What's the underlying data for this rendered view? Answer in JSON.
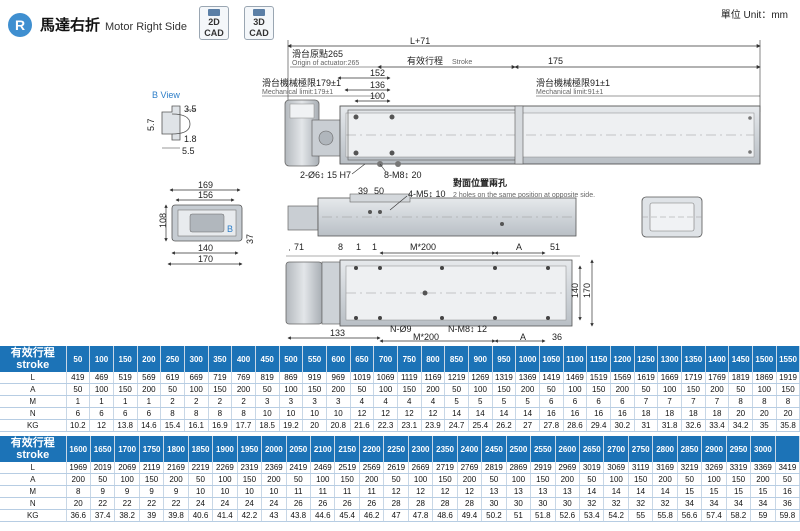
{
  "header": {
    "badge": "R",
    "title": "馬達右折",
    "title_en": "Motor Right Side",
    "cad2d": "2D\nCAD",
    "cad3d": "3D\nCAD",
    "cad2d_l1": "2D",
    "cad2d_l2": "CAD",
    "cad3d_l1": "3D",
    "cad3d_l2": "CAD",
    "unit": "單位 Unit：mm"
  },
  "drawing": {
    "bview": "B View",
    "l71": "L+71",
    "origin_cn": "滑台原點265",
    "origin_en": "Origin of actuator:265",
    "stroke_cn": "有效行程",
    "stroke_en": "Stroke",
    "d175": "175",
    "mech_left_cn": "滑台機械極限179±1",
    "mech_left_en": "Mechanical limit:179±1",
    "mech_right_cn": "滑台機械極限91±1",
    "mech_right_en": "Mechanical limit:91±1",
    "d152": "152",
    "d136": "136",
    "d100": "100",
    "b35": "3.5",
    "b57": "5.7",
    "b18": "1.8",
    "b55": "5.5",
    "hole_left": "2-Ø6↕ 15 H7",
    "hole_right": "8-M8↕ 20",
    "d169": "169",
    "d156": "156",
    "d108": "108",
    "d140a": "140",
    "d170a": "170",
    "d37": "37",
    "bmark": "B",
    "d39": "39",
    "d50": "50",
    "m5": "4-M5↕ 10",
    "opp_cn": "對面位置兩孔",
    "opp_en": "2 holes on the same position at opposite side.",
    "d71": "71",
    "d8": "8",
    "d1a": "1",
    "d1b": "1",
    "m200a": "M*200",
    "dA1": "A",
    "d51": "51",
    "d140b": "140",
    "d170b": "170",
    "d133": "133",
    "n9": "N-Ø9",
    "nm8": "N-M8↕ 12",
    "m200b": "M*200",
    "dA2": "A",
    "d36": "36"
  },
  "table1": {
    "head_cn": "有效行程",
    "head_en": "stroke",
    "strokes": [
      "50",
      "100",
      "150",
      "200",
      "250",
      "300",
      "350",
      "400",
      "450",
      "500",
      "550",
      "600",
      "650",
      "700",
      "750",
      "800",
      "850",
      "900",
      "950",
      "1000",
      "1050",
      "1100",
      "1150",
      "1200",
      "1250",
      "1300",
      "1350",
      "1400",
      "1450",
      "1500",
      "1550"
    ],
    "rows": [
      {
        "label": "L",
        "values": [
          "419",
          "469",
          "519",
          "569",
          "619",
          "669",
          "719",
          "769",
          "819",
          "869",
          "919",
          "969",
          "1019",
          "1069",
          "1119",
          "1169",
          "1219",
          "1269",
          "1319",
          "1369",
          "1419",
          "1469",
          "1519",
          "1569",
          "1619",
          "1669",
          "1719",
          "1769",
          "1819",
          "1869",
          "1919"
        ]
      },
      {
        "label": "A",
        "values": [
          "50",
          "100",
          "150",
          "200",
          "50",
          "100",
          "150",
          "200",
          "50",
          "100",
          "150",
          "200",
          "50",
          "100",
          "150",
          "200",
          "50",
          "100",
          "150",
          "200",
          "50",
          "100",
          "150",
          "200",
          "50",
          "100",
          "150",
          "200",
          "50",
          "100",
          "150"
        ]
      },
      {
        "label": "M",
        "values": [
          "1",
          "1",
          "1",
          "1",
          "2",
          "2",
          "2",
          "2",
          "3",
          "3",
          "3",
          "3",
          "4",
          "4",
          "4",
          "4",
          "5",
          "5",
          "5",
          "5",
          "6",
          "6",
          "6",
          "6",
          "7",
          "7",
          "7",
          "7",
          "8",
          "8",
          "8"
        ]
      },
      {
        "label": "N",
        "values": [
          "6",
          "6",
          "6",
          "6",
          "8",
          "8",
          "8",
          "8",
          "10",
          "10",
          "10",
          "10",
          "12",
          "12",
          "12",
          "12",
          "14",
          "14",
          "14",
          "14",
          "16",
          "16",
          "16",
          "16",
          "18",
          "18",
          "18",
          "18",
          "20",
          "20",
          "20"
        ]
      },
      {
        "label": "KG",
        "values": [
          "10.2",
          "12",
          "13.8",
          "14.6",
          "15.4",
          "16.1",
          "16.9",
          "17.7",
          "18.5",
          "19.2",
          "20",
          "20.8",
          "21.6",
          "22.3",
          "23.1",
          "23.9",
          "24.7",
          "25.4",
          "26.2",
          "27",
          "27.8",
          "28.6",
          "29.4",
          "30.2",
          "31",
          "31.8",
          "32.6",
          "33.4",
          "34.2",
          "35",
          "35.8"
        ]
      }
    ]
  },
  "table2": {
    "head_cn": "有效行程",
    "head_en": "stroke",
    "strokes": [
      "1600",
      "1650",
      "1700",
      "1750",
      "1800",
      "1850",
      "1900",
      "1950",
      "2000",
      "2050",
      "2100",
      "2150",
      "2200",
      "2250",
      "2300",
      "2350",
      "2400",
      "2450",
      "2500",
      "2550",
      "2600",
      "2650",
      "2700",
      "2750",
      "2800",
      "2850",
      "2900",
      "2950",
      "3000"
    ],
    "rows": [
      {
        "label": "L",
        "values": [
          "1969",
          "2019",
          "2069",
          "2119",
          "2169",
          "2219",
          "2269",
          "2319",
          "2369",
          "2419",
          "2469",
          "2519",
          "2569",
          "2619",
          "2669",
          "2719",
          "2769",
          "2819",
          "2869",
          "2919",
          "2969",
          "3019",
          "3069",
          "3119",
          "3169",
          "3219",
          "3269",
          "3319",
          "3369",
          "3419"
        ]
      },
      {
        "label": "A",
        "values": [
          "200",
          "50",
          "100",
          "150",
          "200",
          "50",
          "100",
          "150",
          "200",
          "50",
          "100",
          "150",
          "200",
          "50",
          "100",
          "150",
          "200",
          "50",
          "100",
          "150",
          "200",
          "50",
          "100",
          "150",
          "200",
          "50",
          "100",
          "150",
          "200",
          "50"
        ]
      },
      {
        "label": "M",
        "values": [
          "8",
          "9",
          "9",
          "9",
          "9",
          "10",
          "10",
          "10",
          "10",
          "11",
          "11",
          "11",
          "11",
          "12",
          "12",
          "12",
          "12",
          "13",
          "13",
          "13",
          "13",
          "14",
          "14",
          "14",
          "14",
          "15",
          "15",
          "15",
          "15",
          "16"
        ]
      },
      {
        "label": "N",
        "values": [
          "20",
          "22",
          "22",
          "22",
          "22",
          "24",
          "24",
          "24",
          "24",
          "26",
          "26",
          "26",
          "26",
          "28",
          "28",
          "28",
          "28",
          "30",
          "30",
          "30",
          "30",
          "32",
          "32",
          "32",
          "32",
          "34",
          "34",
          "34",
          "34",
          "36"
        ]
      },
      {
        "label": "KG",
        "values": [
          "36.6",
          "37.4",
          "38.2",
          "39",
          "39.8",
          "40.6",
          "41.4",
          "42.2",
          "43",
          "43.8",
          "44.6",
          "45.4",
          "46.2",
          "47",
          "47.8",
          "48.6",
          "49.4",
          "50.2",
          "51",
          "51.8",
          "52.6",
          "53.4",
          "54.2",
          "55",
          "55.8",
          "56.6",
          "57.4",
          "58.2",
          "59",
          "59.8"
        ]
      }
    ]
  }
}
